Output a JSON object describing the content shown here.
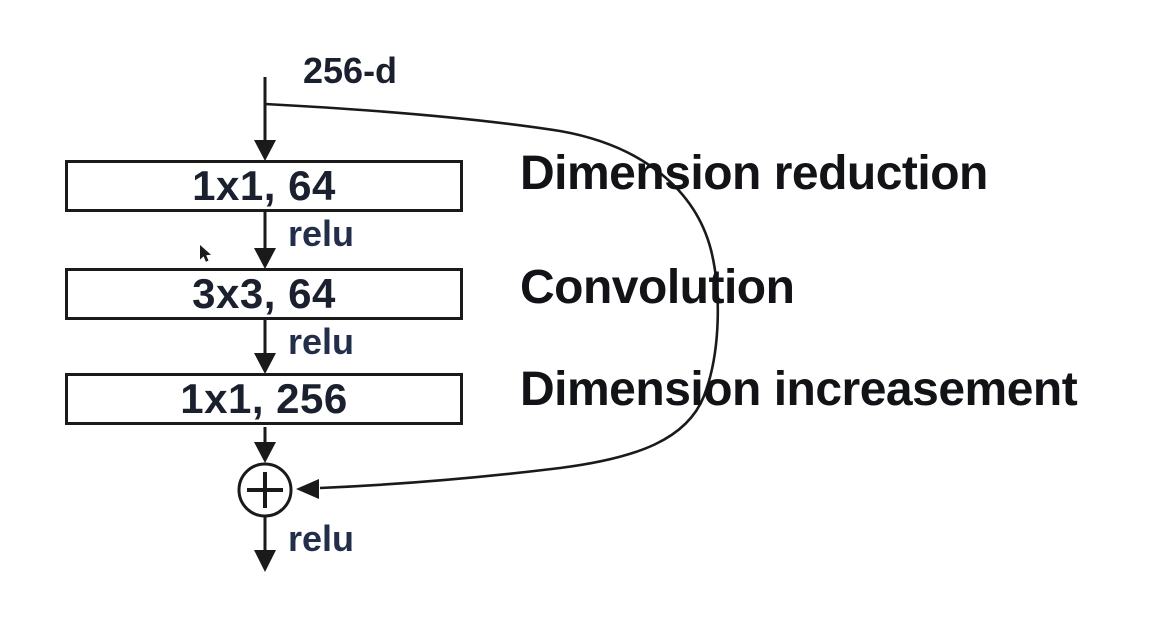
{
  "diagram": {
    "input_label": "256-d",
    "activation_label": "relu",
    "sum_symbol": "+",
    "blocks": [
      {
        "label": "1x1, 64",
        "annotation": "Dimension reduction"
      },
      {
        "label": "3x3, 64",
        "annotation": "Convolution"
      },
      {
        "label": "1x1, 256",
        "annotation": "Dimension increasement"
      }
    ],
    "colors": {
      "stroke": "#1a1a1a",
      "box_text": "#1b202e",
      "relu_text": "#232e4a",
      "annotation_text": "#121316",
      "background": "#ffffff"
    }
  }
}
